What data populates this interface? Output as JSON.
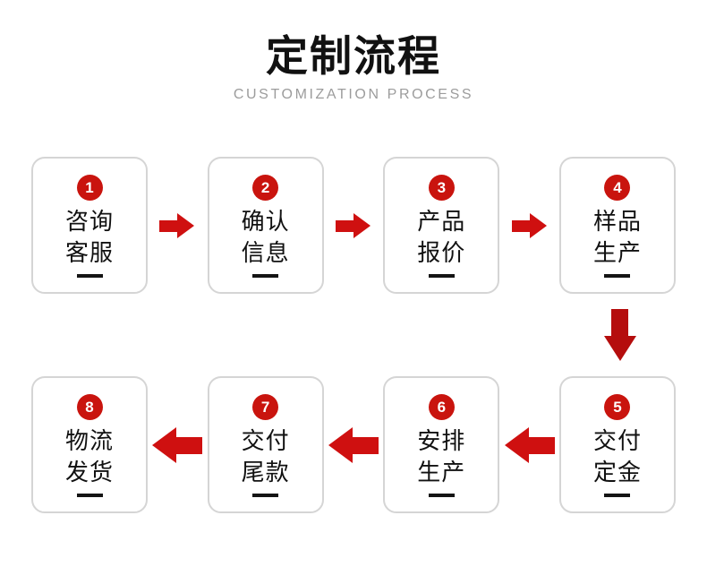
{
  "header": {
    "title": "定制流程",
    "subtitle": "CUSTOMIZATION PROCESS",
    "title_color": "#111111",
    "subtitle_color": "#9c9c9c"
  },
  "theme": {
    "accent_red": "#cf1010",
    "badge_red": "#c9140e",
    "arrow_down_red": "#b50d0d",
    "box_border": "#d5d5d5",
    "box_background": "#ffffff",
    "text_color": "#111111"
  },
  "flow": {
    "top_row": [
      {
        "number": "1",
        "line1": "咨询",
        "line2": "客服",
        "label": "咨询客服"
      },
      {
        "number": "2",
        "line1": "确认",
        "line2": "信息",
        "label": "确认信息"
      },
      {
        "number": "3",
        "line1": "产品",
        "line2": "报价",
        "label": "产品报价"
      },
      {
        "number": "4",
        "line1": "样品",
        "line2": "生产",
        "label": "样品生产"
      }
    ],
    "bottom_row": [
      {
        "number": "8",
        "line1": "物流",
        "line2": "发货",
        "label": "物流发货"
      },
      {
        "number": "7",
        "line1": "交付",
        "line2": "尾款",
        "label": "交付尾款"
      },
      {
        "number": "6",
        "line1": "安排",
        "line2": "生产",
        "label": "安排生产"
      },
      {
        "number": "5",
        "line1": "交付",
        "line2": "定金",
        "label": "交付定金"
      }
    ],
    "connectors": {
      "top_arrow_direction": "right",
      "bottom_arrow_direction": "left",
      "vertical_arrow_direction": "down"
    }
  }
}
